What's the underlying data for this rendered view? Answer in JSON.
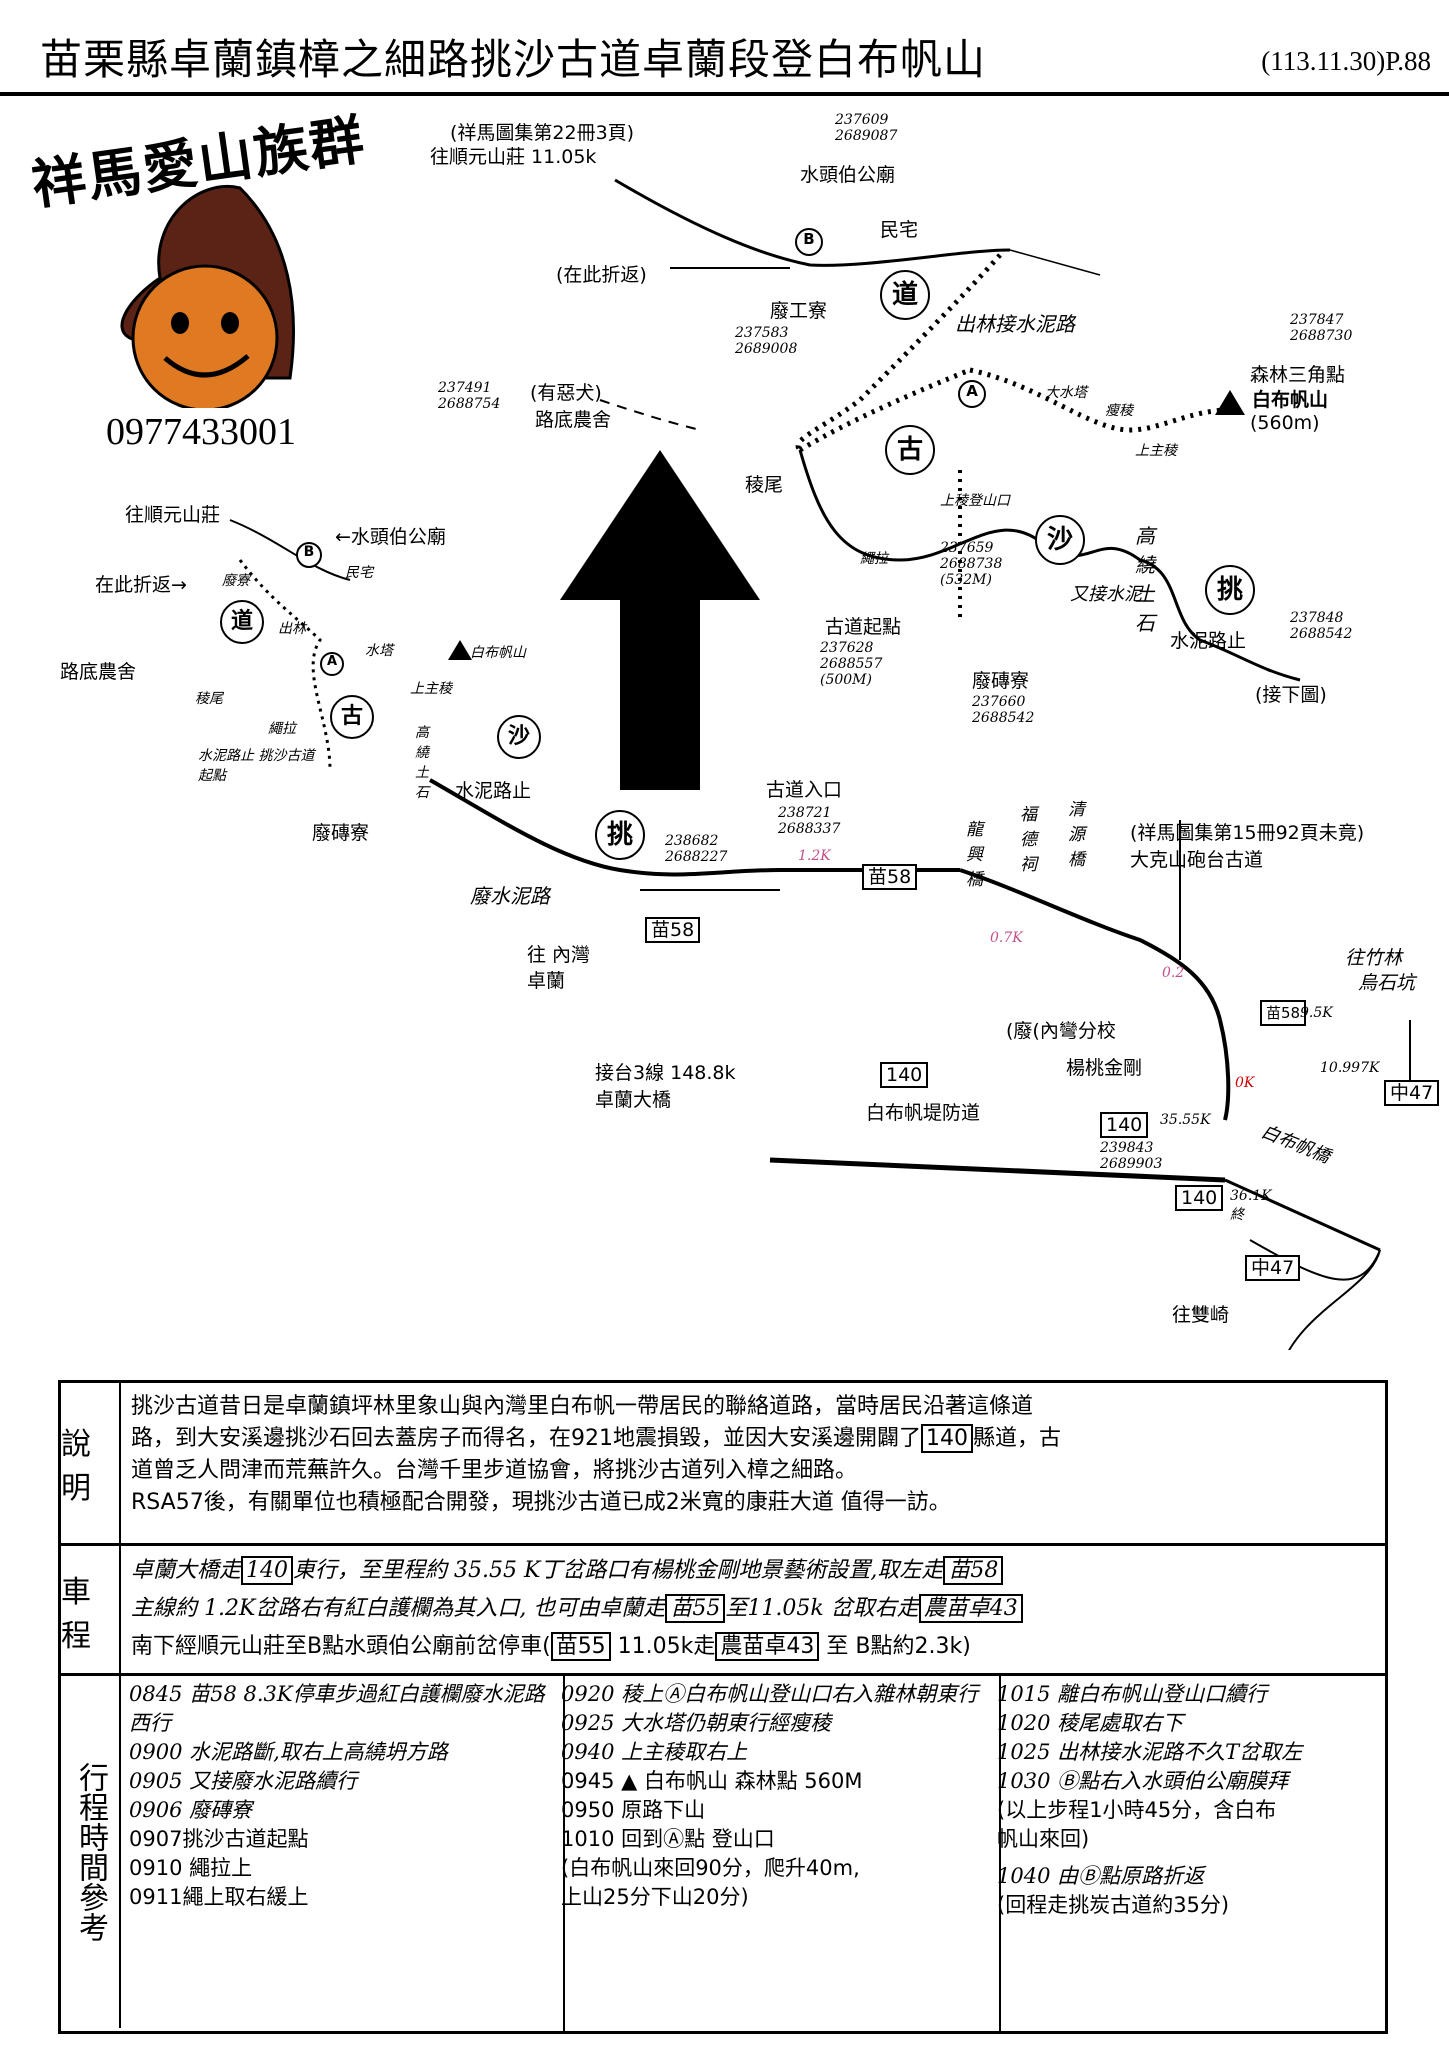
{
  "title": "苗栗縣卓蘭鎮樟之細路挑沙古道卓蘭段登白布帆山",
  "page_ref": "(113.11.30)P.88",
  "logo": {
    "text": "祥馬愛山族群",
    "phone": "0977433001"
  },
  "map_labels": {
    "atlas_top": "(祥馬圖集第22冊3頁)",
    "to_shunyuan": "往順元山莊 11.05k",
    "temple": "水頭伯公廟",
    "temple_coord": "237609 2689087",
    "residence": "民宅",
    "turn_back": "(在此折返)",
    "abandoned_shed": "廢工寮",
    "shed_coord": "237583 2689008",
    "forest_exit": "出林接水泥路",
    "farm_coord": "237491 2688754",
    "fierce_dog": "(有惡犬)",
    "farmhouse": "路底農舍",
    "ridge_end": "稜尾",
    "peak_coord": "237847 2688730",
    "triangle": "森林三角點",
    "peak": "白布帆山",
    "peak_height": "(560m)",
    "water_tower": "大水塔",
    "thin_ridge": "瘦稜",
    "up_main_ridge": "上主稜",
    "ridge_entry": "上稜登山口",
    "entry_coord": "237659 2688738 (532M)",
    "rope": "繩拉",
    "trail_start": "古道起點",
    "start_coord": "237628 2688557 (500M)",
    "brick_shed": "廢磚寮",
    "brick_coord": "237660 2688542",
    "high_bypass": "高繞土石",
    "rejoin": "又接水泥",
    "cement_end": "水泥路止",
    "cement_coord": "237848 2688542",
    "next_map": "(接下圖)",
    "mini_to_shunyuan": "往順元山莊",
    "mini_temple": "←水頭伯公廟",
    "mini_turn_back": "在此折返→",
    "mini_shed": "廢寮",
    "mini_residence": "民宅",
    "mini_forest": "出林",
    "mini_tower": "水塔",
    "mini_peak": "白布帆山",
    "mini_up_ridge": "上主稜",
    "mini_farmhouse": "路底農舍",
    "mini_ridge_end": "稜尾",
    "mini_rope": "繩拉",
    "mini_cement_end": "水泥路止 挑沙古道起點",
    "mini_brick": "廢磚寮",
    "mini_high_bypass": "高繞土石",
    "mini_cement_end2": "水泥路止",
    "waste_cement": "廢水泥路",
    "entrance": "古道入口",
    "entrance_coord": "238721 2688337",
    "km12": "1.2K",
    "waste_coord": "238682 2688227",
    "r58a": "苗58",
    "r58b": "苗58",
    "to_neiwan": "往 內灣",
    "zhuolan": "卓蘭",
    "bridge1": "龍興橋",
    "temple2": "福德祠",
    "bridge2": "清源橋",
    "km07": "0.7K",
    "atlas_bottom": "(祥馬圖集第15冊92頁未竟)",
    "dakeshan": "大克山砲台古道",
    "km02": "0.2",
    "to_zhulin": "往竹林",
    "wushikeng": "烏石坑",
    "school": "(廢(內彎分校",
    "r58c": "苗58",
    "km95": "9.5K",
    "statue": "楊桃金剛",
    "km0": "0K",
    "km10997": "10.997K",
    "zhong47a": "中47",
    "road3": "接台3線 148.8k",
    "zhuolan_bridge": "卓蘭大橋",
    "r140a": "140",
    "levee": "白布帆堤防道",
    "r140b": "140",
    "km3555": "35.55K",
    "jn_coord": "239843 2689903",
    "bbf_bridge": "白布帆橋",
    "r140c": "140",
    "km361": "36.1K 終",
    "zhong47b": "中47",
    "to_shuangqi": "往雙崎",
    "g_dao": "道",
    "g_gu": "古",
    "g_sha": "沙",
    "g_tiao": "挑",
    "pt_a": "A",
    "pt_b": "B"
  },
  "info": {
    "desc_header": "說明",
    "desc": [
      "挑沙古道昔日是卓蘭鎮坪林里象山與內灣里白布帆一帶居民的聯絡道路，當時居民沿著這條道",
      "路，到大安溪邊挑沙石回去蓋房子而得名，在921地震損毀，並因大安溪邊開闢了",
      "140",
      "縣道，古",
      "道曾乏人問津而荒蕪許久。台灣千里步道協會，將挑沙古道列入樟之細路。",
      "RSA57後，有關單位也積極配合開發，現挑沙古道已成2米寬的康莊大道 值得一訪。"
    ],
    "drive_header": "車程",
    "drive": [
      "卓蘭大橋走",
      "140",
      "東行，至里程約 35.55 K丁岔路口有楊桃金剛地景藝術設置,取左走",
      "苗58",
      "主線約 1.2K岔路右有紅白護欄為其入口, 也可由卓蘭走",
      "苗55",
      "至11.05k 岔取右走",
      "農苗卓43",
      "南下經順元山莊至B點水頭伯公廟前岔停車(",
      "苗55",
      " 11.05k走",
      "農苗卓43",
      " 至 B點約2.3k)"
    ],
    "itin_header": "行程時間參考",
    "col1": [
      "0845 苗58 8.3K停車步過紅白護欄廢水泥路西行",
      "0900 水泥路斷,取右上高繞坍方路",
      "0905 又接廢水泥路續行",
      "0906 廢磚寮",
      "0907挑沙古道起點",
      "0910 繩拉上",
      "0911繩上取右緩上"
    ],
    "col2": [
      "0920 稜上Ⓐ白布帆山登山口右入雜林朝東行",
      "0925 大水塔仍朝東行經瘦稜",
      "0940 上主稜取右上",
      "0945 ▲ 白布帆山  森林點 560M",
      "0950 原路下山",
      "1010 回到Ⓐ點 登山口",
      "(白布帆山來回90分，爬升40m,",
      "上山25分下山20分)"
    ],
    "col3": [
      "1015 離白布帆山登山口續行",
      "1020 稜尾處取右下",
      "1025 出林接水泥路不久T岔取左",
      "1030 Ⓑ點右入水頭伯公廟膜拜",
      "(以上步程1小時45分，含白布",
      "帆山來回)",
      "1040 由Ⓑ點原路折返",
      "(回程走挑炭古道約35分)"
    ]
  }
}
